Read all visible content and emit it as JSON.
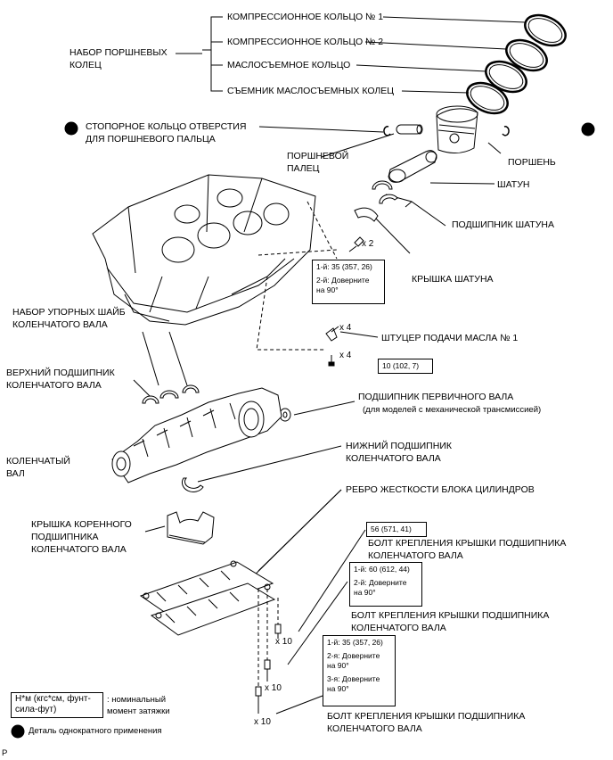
{
  "labels": {
    "ring1": "КОМПРЕССИОННОЕ КОЛЬЦО № 1",
    "ring2": "КОМПРЕССИОННОЕ КОЛЬЦО № 2",
    "oil_ring": "МАСЛОСЪЕМНОЕ КОЛЬЦО",
    "oil_ring_expander": "СЪЕМНИК МАСЛОСЪЕМНЫХ КОЛЕЦ",
    "ring_set_line1": "НАБОР ПОРШНЕВЫХ",
    "ring_set_line2": "КОЛЕЦ",
    "snap_ring_line1": "СТОПОРНОЕ КОЛЬЦО ОТВЕРСТИЯ",
    "snap_ring_line2": "ДЛЯ ПОРШНЕВОГО ПАЛЬЦА",
    "piston_pin_line1": "ПОРШНЕВОЙ",
    "piston_pin_line2": "ПАЛЕЦ",
    "piston": "ПОРШЕНЬ",
    "conrod": "ШАТУН",
    "conrod_bearing": "ПОДШИПНИК ШАТУНА",
    "conrod_cap": "КРЫШКА ШАТУНА",
    "thrust_washer_line1": "НАБОР УПОРНЫХ ШАЙБ",
    "thrust_washer_line2": "КОЛЕНЧАТОГО ВАЛА",
    "oil_jet": "ШТУЦЕР ПОДАЧИ МАСЛА № 1",
    "upper_bearing_line1": "ВЕРХНИЙ ПОДШИПНИК",
    "upper_bearing_line2": "КОЛЕНЧАТОГО ВАЛА",
    "pilot_bearing": "ПОДШИПНИК ПЕРВИЧНОГО ВАЛА",
    "pilot_bearing_note": "(для моделей с механической трансмиссией)",
    "crankshaft_line1": "КОЛЕНЧАТЫЙ",
    "crankshaft_line2": "ВАЛ",
    "lower_bearing_line1": "НИЖНИЙ ПОДШИПНИК",
    "lower_bearing_line2": "КОЛЕНЧАТОГО ВАЛА",
    "stiffener": "РЕБРО ЖЕСТКОСТИ БЛОКА ЦИЛИНДРОВ",
    "main_cap_line1": "КРЫШКА КОРЕННОГО",
    "main_cap_line2": "ПОДШИПНИКА",
    "main_cap_line3": "КОЛЕНЧАТОГО ВАЛА",
    "bolt_a_line1": "БОЛТ КРЕПЛЕНИЯ КРЫШКИ ПОДШИПНИКА",
    "bolt_a_line2": "КОЛЕНЧАТОГО ВАЛА",
    "bolt_b_line1": "БОЛТ КРЕПЛЕНИЯ КРЫШКИ ПОДШИПНИКА",
    "bolt_b_line2": "КОЛЕНЧАТОГО ВАЛА",
    "bolt_c_line1": "БОЛТ КРЕПЛЕНИЯ КРЫШКИ ПОДШИПНИКА",
    "bolt_c_line2": "КОЛЕНЧАТОГО ВАЛА"
  },
  "torque_specs": {
    "conrod_line1": "1-й: 35 (357, 26)",
    "conrod_line2": "2-й: Доверните",
    "conrod_line3": "на 90°",
    "oil_jet": "10 (102, 7)",
    "bolt_a": "56 (571, 41)",
    "bolt_b_line1": "1-й: 60 (612, 44)",
    "bolt_b_line2": "2-й: Доверните",
    "bolt_b_line3": "на 90°",
    "bolt_c_line1": "1-й: 35 (357, 26)",
    "bolt_c_line2": "2-я: Доверните",
    "bolt_c_line3": "на 90°",
    "bolt_c_line4": "3-я: Доверните",
    "bolt_c_line5": "на 90°"
  },
  "multipliers": {
    "conrod_nut": "x 2",
    "oil_jet_a": "x 4",
    "oil_jet_b": "x 4",
    "bolt_a": "x 10",
    "bolt_b": "x 10",
    "bolt_c": "x 10"
  },
  "legend": {
    "torque_unit_line1": "Н*м (кгс*см, фунт-",
    "torque_unit_line2": "сила-фут)",
    "torque_desc_line1": ": номинальный",
    "torque_desc_line2": "момент затяжки",
    "single_use": "Деталь однократного применения"
  },
  "corner_mark": "P"
}
